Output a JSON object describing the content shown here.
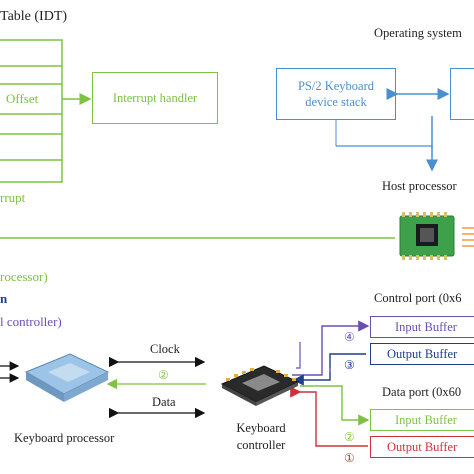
{
  "idt": {
    "title": "Table (IDT)",
    "offset_label": "Offset",
    "interrupt_handler": "Interrupt handler",
    "interrupt_label": "rrupt"
  },
  "os": {
    "title": "Operating system",
    "stack_box": "PS/2 Keyboard device stack",
    "host_processor": "Host processor"
  },
  "hardware": {
    "processor_note": "rocessor)",
    "n_label": "n",
    "controller_note": "l controller)",
    "keyboard_processor": "Keyboard processor",
    "keyboard_controller": "Keyboard controller",
    "clock_label": "Clock",
    "data_label": "Data",
    "step2_top": "②"
  },
  "ports": {
    "control_port": "Control port (0x6",
    "data_port": "Data port (0x60",
    "control_input": "Input Buffer",
    "control_output": "Output Buffer",
    "data_input": "Input Buffer",
    "data_output": "Output Buffer",
    "step4": "④",
    "step3": "③",
    "step2": "②",
    "step1": "①"
  },
  "colors": {
    "green": "#7dc242",
    "blue": "#4a8fd0",
    "purple": "#6a4fb3",
    "navy": "#1f3d8a",
    "red": "#d0303a",
    "orange": "#f08a24"
  }
}
